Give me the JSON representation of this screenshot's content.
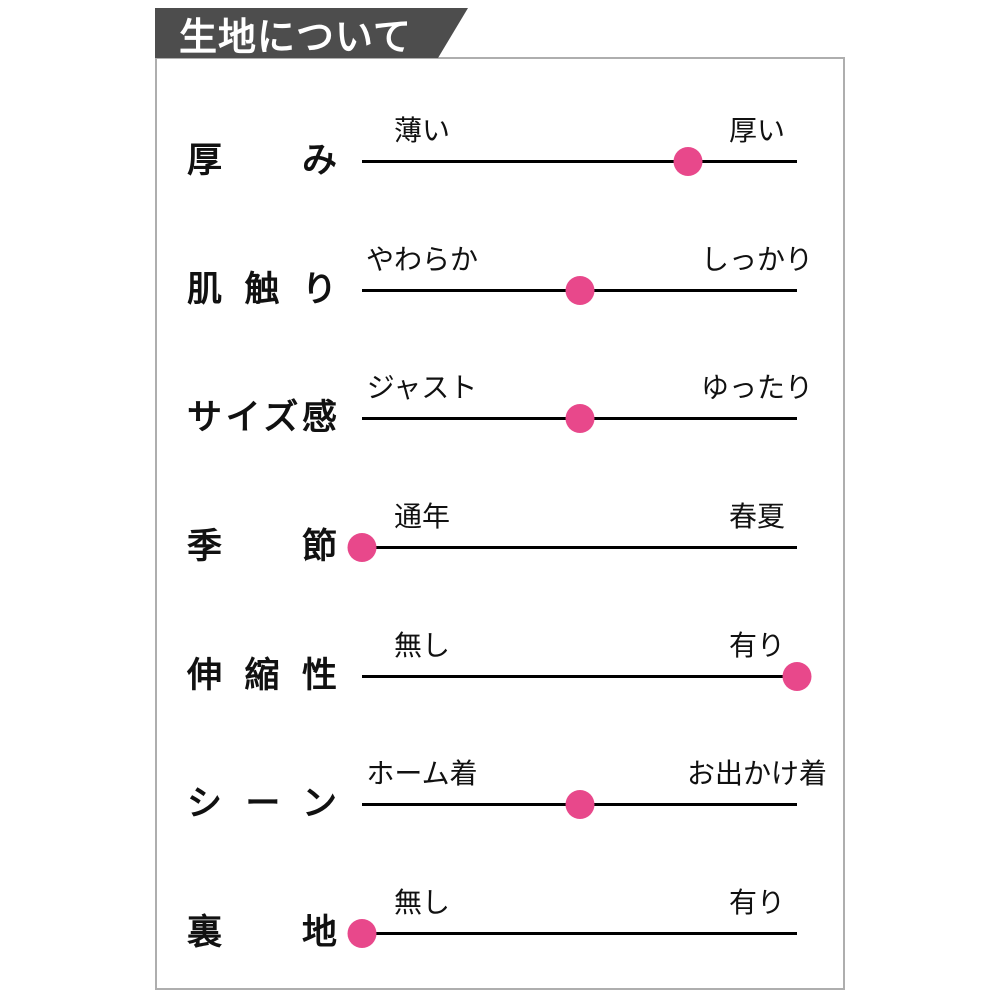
{
  "header": {
    "title": "生地について",
    "background_color": "#4d4d4d",
    "text_color": "#ffffff"
  },
  "accent_color": "#e8488b",
  "line_color": "#000000",
  "panel_border_color": "#aeaeae",
  "chart_data": {
    "type": "slider",
    "title": "生地について",
    "value_range": [
      0,
      1
    ],
    "legend_position": "none",
    "rows": [
      {
        "label": "厚み",
        "left": "薄い",
        "right": "厚い",
        "value": 0.75
      },
      {
        "label": "肌触り",
        "left": "やわらか",
        "right": "しっかり",
        "value": 0.5
      },
      {
        "label": "サイズ感",
        "left": "ジャスト",
        "right": "ゆったり",
        "value": 0.5
      },
      {
        "label": "季節",
        "left": "通年",
        "right": "春夏",
        "value": 0.0
      },
      {
        "label": "伸縮性",
        "left": "無し",
        "right": "有り",
        "value": 1.0
      },
      {
        "label": "シーン",
        "left": "ホーム着",
        "right": "お出かけ着",
        "value": 0.5
      },
      {
        "label": "裏地",
        "left": "無し",
        "right": "有り",
        "value": 0.0
      }
    ]
  }
}
